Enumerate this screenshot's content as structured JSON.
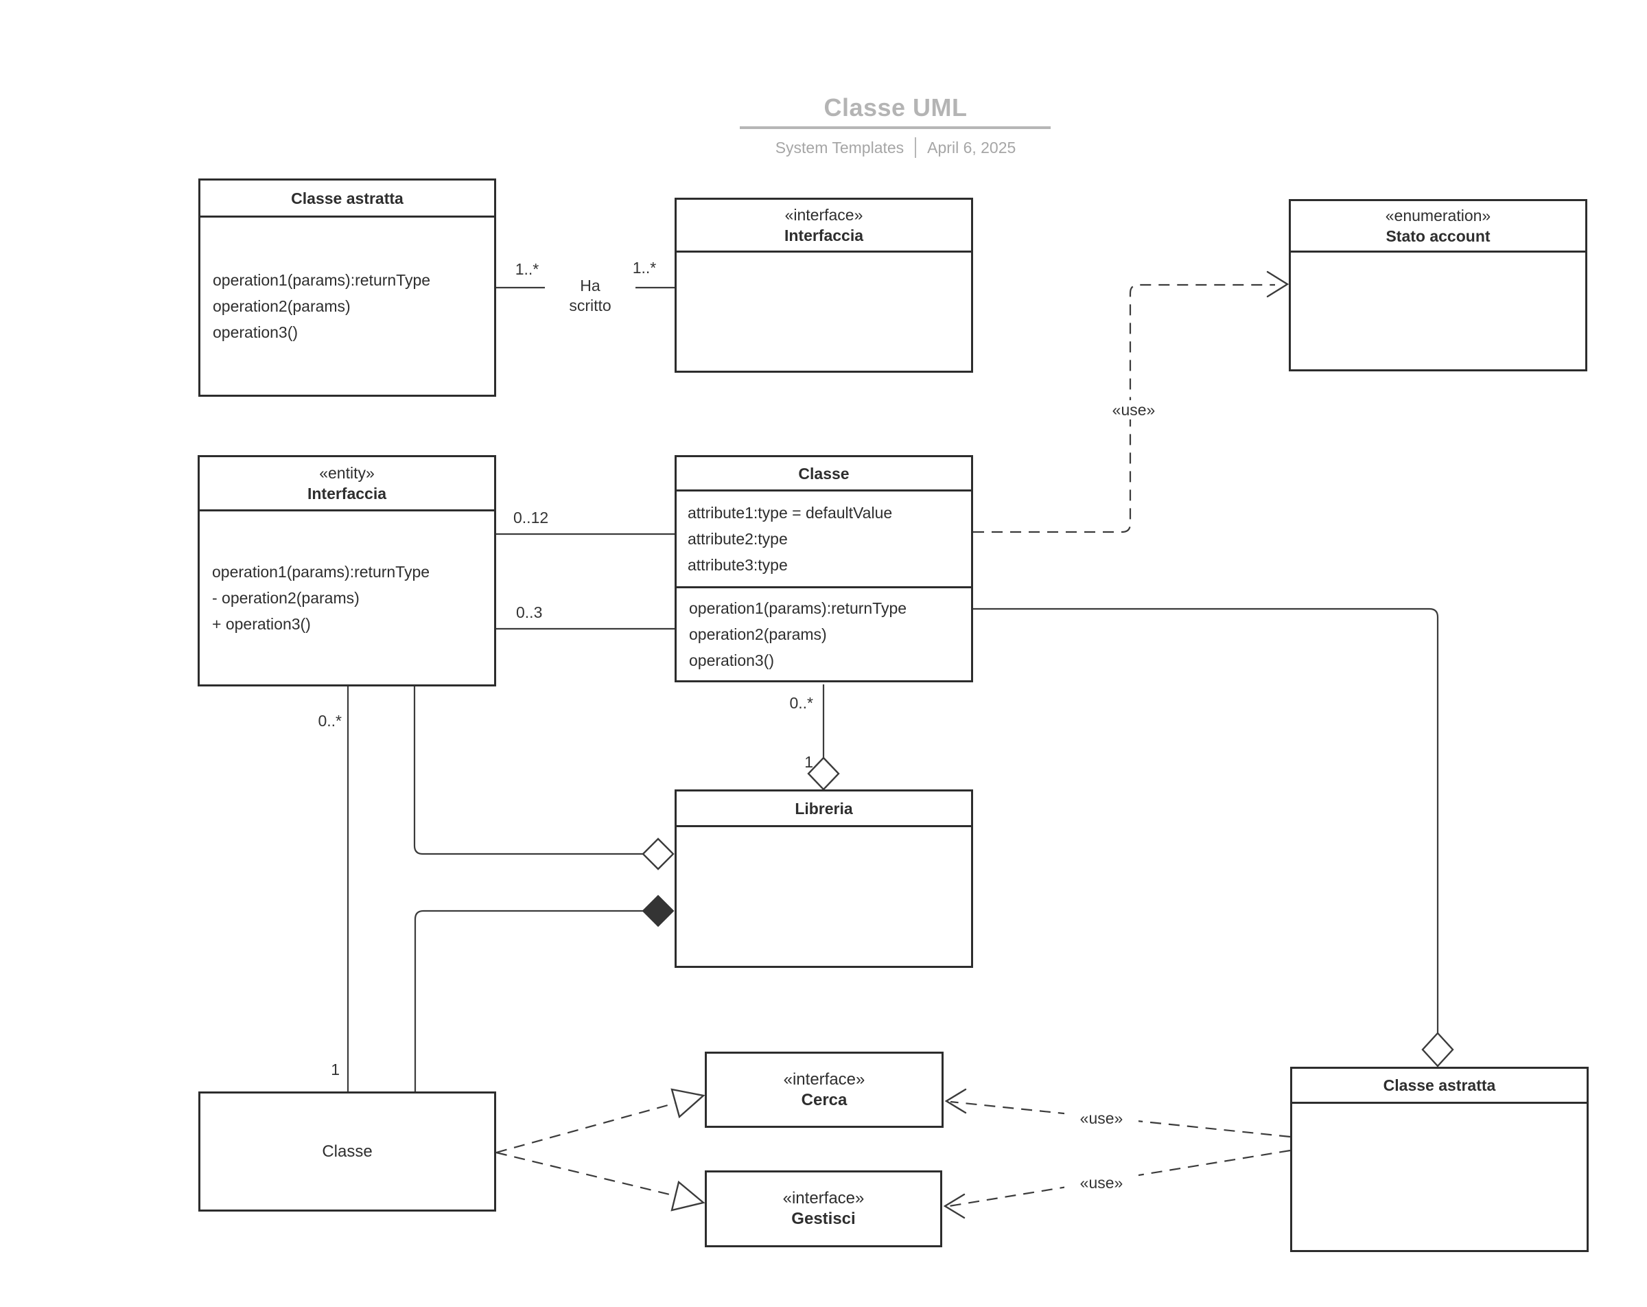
{
  "header": {
    "title": "Classe UML",
    "subtitle_source": "System Templates",
    "subtitle_date": "April 6, 2025"
  },
  "colors": {
    "box_border": "#2d2d2d",
    "connector": "#3b3b3b",
    "title_gray": "#b4b4b4",
    "subtitle_gray": "#a6a6a6",
    "background": "#ffffff"
  },
  "boxes": {
    "abstract_class_top": {
      "name": "Classe astratta",
      "operations": [
        "operation1(params):returnType",
        "operation2(params)",
        "operation3()"
      ]
    },
    "interface_top": {
      "stereotype": "«interface»",
      "name": "Interfaccia"
    },
    "enumeration": {
      "stereotype": "«enumeration»",
      "name": "Stato account"
    },
    "entity_interface": {
      "stereotype": "«entity»",
      "name": "Interfaccia",
      "operations": [
        "operation1(params):returnType",
        "- operation2(params)",
        "+ operation3()"
      ]
    },
    "class_center": {
      "name": "Classe",
      "attributes": [
        "attribute1:type = defaultValue",
        "attribute2:type",
        "attribute3:type"
      ],
      "operations": [
        "operation1(params):returnType",
        "operation2(params)",
        "operation3()"
      ]
    },
    "library": {
      "name": "Libreria"
    },
    "class_bottom": {
      "name": "Classe"
    },
    "interface_cerca": {
      "stereotype": "«interface»",
      "name": "Cerca"
    },
    "interface_gestisci": {
      "stereotype": "«interface»",
      "name": "Gestisci"
    },
    "abstract_class_bottom": {
      "name": "Classe astratta"
    }
  },
  "connector_labels": {
    "ha_scritto_line1": "Ha",
    "ha_scritto_line2": "scritto",
    "mult_left_1star": "1..*",
    "mult_right_1star": "1..*",
    "mult_0_12": "0..12",
    "mult_0_3": "0..3",
    "agg_mult_0star": "0..*",
    "agg_mult_1": "1",
    "assoc_mult_0star": "0..*",
    "assoc_mult_1": "1",
    "use_enum": "«use»",
    "use_cerca": "«use»",
    "use_gestisci": "«use»"
  }
}
